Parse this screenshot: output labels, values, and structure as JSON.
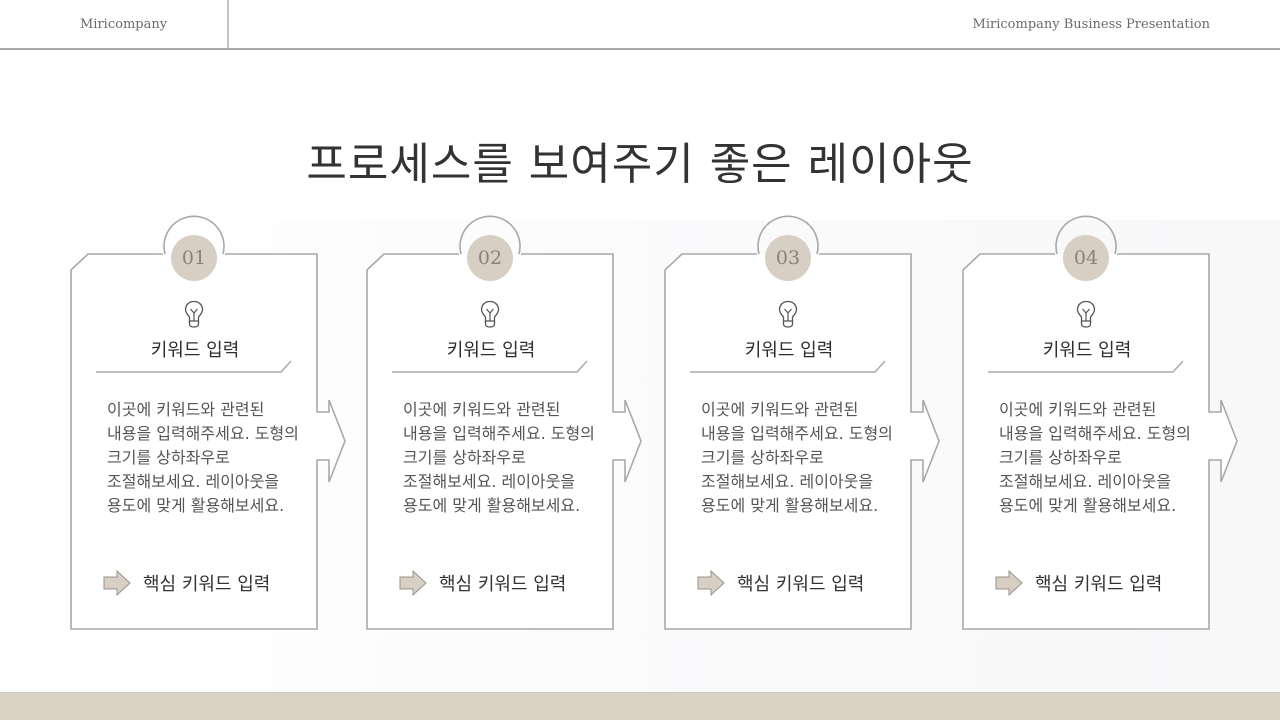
{
  "header": {
    "company": "Miricompany",
    "presentation_title": "Miricompany Business Presentation"
  },
  "slide": {
    "title": "프로세스를 보여주기 좋은 레이아웃"
  },
  "colors": {
    "accent_fill": "#d8cfc4",
    "badge_text": "#8a8178",
    "border": "#a8a8a8",
    "footer_band": "#dbd2c6",
    "arrow_fill": "#d8cfc4"
  },
  "steps": [
    {
      "number": "01",
      "icon": "lightbulb-icon",
      "heading": "키워드 입력",
      "description": "이곳에 키워드와 관련된 내용을 입력해주세요. 도형의 크기를 상하좌우로 조절해보세요. 레이아웃을 용도에 맞게 활용해보세요.",
      "core_keyword": "핵심 키워드 입력"
    },
    {
      "number": "02",
      "icon": "lightbulb-icon",
      "heading": "키워드 입력",
      "description": "이곳에 키워드와 관련된 내용을 입력해주세요. 도형의 크기를 상하좌우로 조절해보세요. 레이아웃을 용도에 맞게 활용해보세요.",
      "core_keyword": "핵심 키워드 입력"
    },
    {
      "number": "03",
      "icon": "lightbulb-icon",
      "heading": "키워드 입력",
      "description": "이곳에 키워드와 관련된 내용을 입력해주세요. 도형의 크기를 상하좌우로 조절해보세요. 레이아웃을 용도에 맞게 활용해보세요.",
      "core_keyword": "핵심 키워드 입력"
    },
    {
      "number": "04",
      "icon": "lightbulb-icon",
      "heading": "키워드 입력",
      "description": "이곳에 키워드와 관련된 내용을 입력해주세요. 도형의 크기를 상하좌우로 조절해보세요. 레이아웃을 용도에 맞게 활용해보세요.",
      "core_keyword": "핵심 키워드 입력"
    }
  ]
}
